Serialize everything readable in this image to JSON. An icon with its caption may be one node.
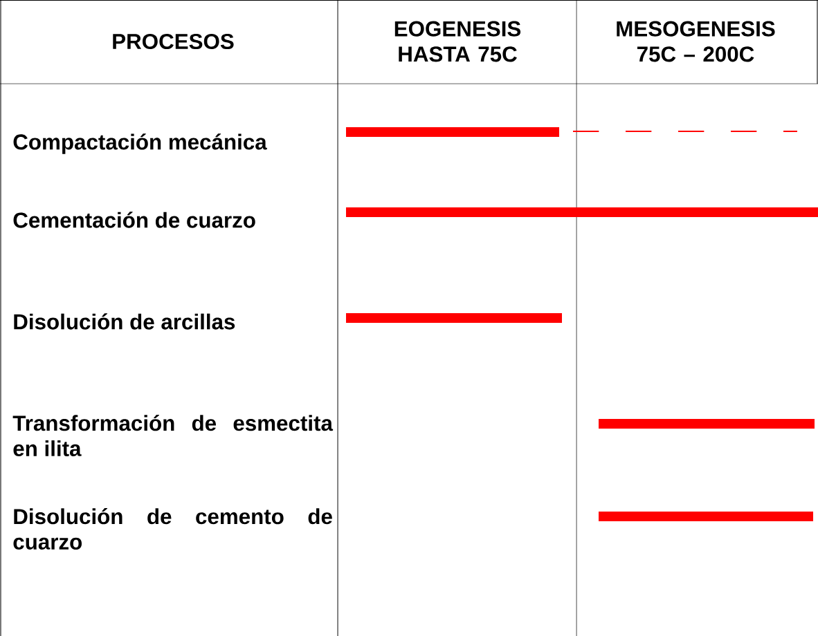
{
  "diagram": {
    "nodes": [
      {
        "text": [],
        "shape": "bar"
      },
      {
        "text": [],
        "shape": "line"
      },
      {
        "text": [],
        "shape": "bar"
      },
      {
        "text": [],
        "shape": "bar"
      },
      {
        "text": [],
        "shape": "bar"
      },
      {
        "text": [],
        "shape": "bar"
      }
    ],
    "labels": [
      "PROCESOS",
      "EOGENESIS HASTA 75C",
      "MESOGENESIS 75C – 200C",
      "Compactación mecánica",
      "Cementación de cuarzo",
      "Disolución de arcillas",
      "Transformación de esmectita en ilita",
      "Disolución de cemento de cuarzo"
    ]
  }
}
